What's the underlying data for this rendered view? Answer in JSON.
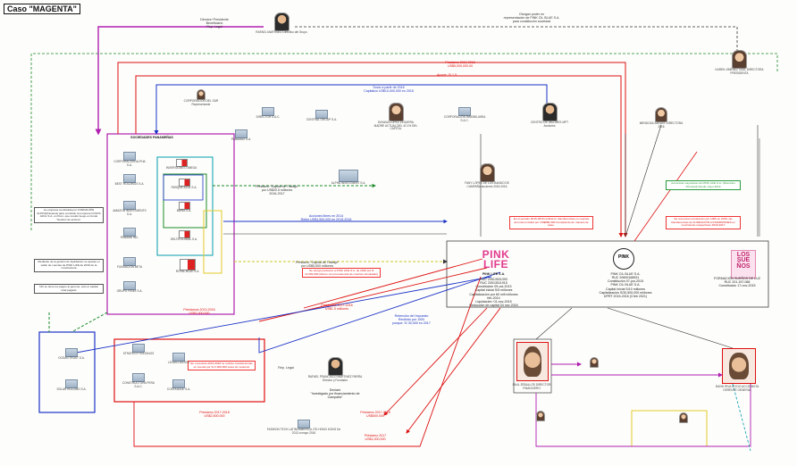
{
  "diagram": {
    "title": "Caso \"MAGENTA\"",
    "headline_labels": {
      "top_director": "Director/ Presidente\nBeneficiario\nRep. Legal",
      "top_right": "Otorgan poder en\nrepresentación de PINK CIL BLUE S.A.\npara constitución sociedad",
      "sociedades": "SOCIEDADES PANAMEÑAS",
      "pink_life": "PINK LIFE S.A.",
      "pink_life_details": "RUC 20513531393\nRUC 20513511915\nConstitución 09-oct-2013\nCapital inicial S/5 millones\nCapitalización por 60 mill millones\nfeb-2014\nLiquidación: 01-nov-2015\nReducción de capital 04 nov 2016",
      "pink_blue": "PINK CIL BLUE S.A.\nRUC 20600168531\nConstitución 07-jun-2015\nPINK CIL BLUE S.A.\nCapital Inicial S/10 millones\nCapitalización S/30,500,000 millones\nDPRT 2015-2016 (3 feb 2021)",
      "los_suenos": "FORMACIÓN SUEÑOS DE LUZ\nRUC 201.157.088\nConstitución 17-nov-2015",
      "fiesta_corp": "FASHION TECH LATINOAMERICA LTD\nHONG KONG\nDe 2013 a mayo 2016",
      "comunicado": "Declaró\n\"Investigado por financiamiento de\nCampaña\"",
      "constructor_rep": "Rep. Legal"
    },
    "persons": [
      {
        "id": "top-man",
        "label": "RAFAEL MARTÍNEZ\nDirectivo del Grupo"
      },
      {
        "id": "woman-left",
        "label": "CORPORACIÓN DEL SUR\nRepresentante"
      },
      {
        "id": "woman-center",
        "label": "DAYANA LÓPEZ ZEGARRA\nMADRE ACTUAL DEL\n42.1% DEL CAPITAL"
      },
      {
        "id": "man-center-right",
        "label": "CENTRO DE VALORES\nMPT\nAcciones"
      },
      {
        "id": "woman-center-mid",
        "label": "FANY LÓPEZ DE LOS\nBANDO DE CAMPAÑA\nacciones 2015-2016"
      },
      {
        "id": "woman-right",
        "label": "MENDOZA ZARATE\nDIRECTORA 2016"
      },
      {
        "id": "woman-far-right",
        "label": "KAREN JIMÉNEZ VIGIL\nDIRECTORA PRESIDENTA"
      },
      {
        "id": "man-bottom-center",
        "label": "RAFAEL FRANCISCO\nMARTINEZ PARRA\nDirector y Fundador"
      },
      {
        "id": "man-bottom-right-photo",
        "label": "DAVID RIVA\nSOCIO ACCIONISTA\nGERENTE GENERAL"
      },
      {
        "id": "man-bottom-left-photo",
        "label": "PAUL ZEBALLOS\nDIRECTOR\nFINANCIERO"
      }
    ],
    "companies": [
      {
        "id": "c1",
        "label": "CORPORACIÓN ALPHA S.A."
      },
      {
        "id": "c2",
        "label": "BEST HOLDINGS S.A."
      },
      {
        "id": "c3",
        "label": "AMAZON INVESTMENTS S.A."
      },
      {
        "id": "c4",
        "label": "PANAMÁ INC."
      },
      {
        "id": "c5",
        "label": "FUNDACIÓN BETA"
      },
      {
        "id": "c6",
        "label": "GRUPO FENIX S.A."
      },
      {
        "id": "c7",
        "label": "INVERSIONES OMEGA"
      },
      {
        "id": "c8",
        "label": "PARQUE AZUL S.A."
      },
      {
        "id": "c9",
        "label": "BAHÍA S.A."
      },
      {
        "id": "c10",
        "label": "DELTA GLOBAL S.A."
      },
      {
        "id": "c11",
        "label": "ROYAL BLUE S.A."
      },
      {
        "id": "c12",
        "label": "DIRECTOR S.A.C."
      },
      {
        "id": "c13",
        "label": "CENTRAL GROUP S.A."
      },
      {
        "id": "c14",
        "label": "CORPORACIÓN INMOBILIARIA S.A.C."
      },
      {
        "id": "c15",
        "label": "ALPHA INVESTMENT S.A."
      },
      {
        "id": "c16",
        "label": "PANAMAX S.A."
      },
      {
        "id": "c17",
        "label": "OCEAN TRUST S.A."
      },
      {
        "id": "c18",
        "label": "SOLAR HOLDING S.A."
      },
      {
        "id": "c19",
        "label": "STRATEGY HOLDINGS"
      },
      {
        "id": "c20",
        "label": "LEVAN LIMITED"
      },
      {
        "id": "c21",
        "label": "CONSTRUCTORA PERU S.A.C."
      },
      {
        "id": "c22",
        "label": "COSTA AZUL S.A."
      }
    ],
    "edge_labels": [
      {
        "id": "e1",
        "text": "Préstamo 2013-2016\nUS$5,000,000.00",
        "color": "red"
      },
      {
        "id": "e2",
        "text": "Aporte: S/ 1,5",
        "color": "red"
      },
      {
        "id": "e3",
        "text": "Socio a partir de 2016\nCapitalizó US$10,000,000 en 2015",
        "color": "blue"
      },
      {
        "id": "e4",
        "text": "Préstamo \"Capital de Trabajo\"\npor US$20.5 millones\n2016-2017",
        "color": "black"
      },
      {
        "id": "e5",
        "text": "Acciones libres en 2014\nRetiró US$1,500,000 en 2015-2016",
        "color": "blue"
      },
      {
        "id": "e6",
        "text": "Préstamo \"Capital de Trabajo\"\npor US$5,500 millones\n2016-2017",
        "color": "black"
      },
      {
        "id": "e7",
        "text": "Préstamos 2013-2016\nUS$1,000,000",
        "color": "red"
      },
      {
        "id": "e8",
        "text": "Préstamos 2017-2018\nUS$1.5 millones",
        "color": "red"
      },
      {
        "id": "e9",
        "text": "Retención del Impuesto\nRecibido por 1000\nporque: S/ 30,000 en 2017",
        "color": "blue"
      },
      {
        "id": "e10",
        "text": "Préstamo 2017-2018\nUS$2,500,000",
        "color": "red"
      },
      {
        "id": "e11",
        "text": "Préstamo 2017-2018\nUS$500,000",
        "color": "red"
      },
      {
        "id": "e12",
        "text": "Préstamo 2017\nUS$1,000,000",
        "color": "red"
      }
    ],
    "warnings": [
      {
        "id": "w1",
        "text": "En el periodo 2015-2016 recibieron\ntransferencias en cuentas del\nmismo titular por US$880,000\nCumpliendo de manera de paso."
      },
      {
        "id": "w2",
        "text": "Se reconocen préstamos por\n1000 en 2016, las\ntransferencias de FUNDACIÓN A\nINVERSIONES\nen movimiento sospechoso\n2016-2017"
      },
      {
        "id": "w3",
        "text": "Se otorgó préstamo a PINK LIFE S.A.\nde 2016 por $ 11,000,000\n(dinero con procedencia\nde cuentas vinculadas)"
      },
      {
        "id": "w4",
        "text": "En el periodo 2016-2018 se reciben\ntransferencias en cuenta por\nS/ 2,000,000 soles\nsin sustento"
      }
    ],
    "green_notes": [
      {
        "id": "g1",
        "text": "Accionista mayoritario\nde PINK LIFE S.A.\n(Directorio Principal)\nDesde mayo 2016"
      }
    ],
    "side_notes": [
      {
        "id": "n1",
        "text": "La empresa constituida por\nFUNDACIÓN ALPHA(Panamá) para\nconstituir la empresa COSTA\nAZUL S.A. en Perú, que\nresultó luego en fondo\n\"Gestión de activos\"."
      },
      {
        "id": "n2",
        "text": "Mediante de la gestión de liquidación\nse ajustan el saldo de\ncuentas de PINK LIFE de 2016\nde la constructora"
      },
      {
        "id": "n3",
        "text": "NO se tiene los pagos\nal gerente, solo el\ncapital total pagado"
      }
    ]
  }
}
